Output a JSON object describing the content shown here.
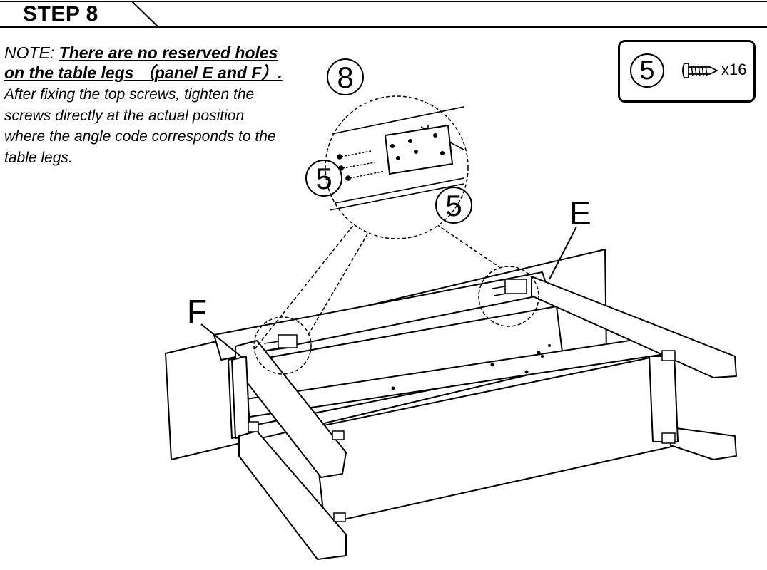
{
  "step": {
    "title": "STEP 8"
  },
  "note": {
    "prefix": "NOTE:",
    "emphasis_line1": "There are no reserved holes",
    "emphasis_line2": "on the table legs （panel E and F）.",
    "body_lines": [
      "After fixing the top screws, tighten the",
      "screws directly at the actual position",
      "where the angle code corresponds to the",
      "table legs."
    ]
  },
  "parts": {
    "number": "5",
    "icon": "screw-icon",
    "quantity": "x16"
  },
  "callouts": {
    "detail_number": "8",
    "screw_left": "5",
    "screw_bottom": "5"
  },
  "panels": {
    "e": "E",
    "f": "F"
  }
}
